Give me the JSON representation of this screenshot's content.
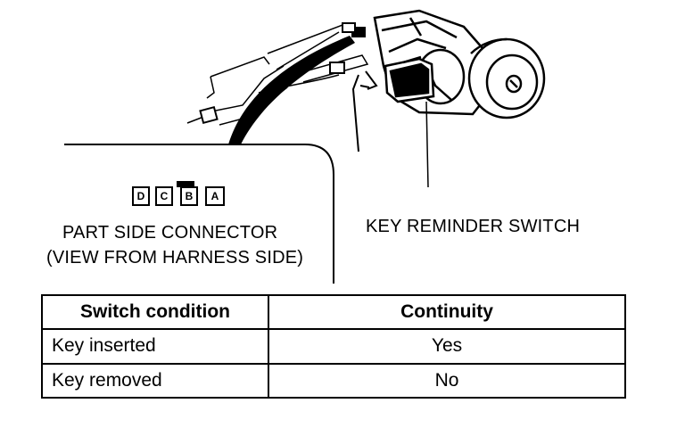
{
  "connector": {
    "pins": [
      "D",
      "C",
      "B",
      "A"
    ],
    "caption_line1": "PART SIDE CONNECTOR",
    "caption_line2": "(VIEW FROM HARNESS SIDE)"
  },
  "switch_label": "KEY REMINDER SWITCH",
  "table": {
    "headers": [
      "Switch condition",
      "Continuity"
    ],
    "rows": [
      [
        "Key inserted",
        "Yes"
      ],
      [
        "Key removed",
        "No"
      ]
    ]
  }
}
